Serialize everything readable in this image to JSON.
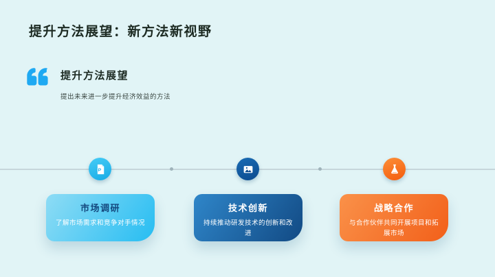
{
  "page": {
    "title": "提升方法展望：新方法新视野"
  },
  "quote": {
    "heading": "提升方法展望",
    "subtitle": "提出未来进一步提升经济效益的方法",
    "mark_icon": "quote-icon",
    "mark_color": "#1fa9f2"
  },
  "timeline": {
    "items": [
      {
        "icon": "document-icon",
        "circle_color": "#29bdf0",
        "title": "市场调研",
        "description": "了解市场需求和竞争对手情况",
        "title_color": "#14487e",
        "card_gradient": [
          "#8edcf5",
          "#27bdf2"
        ]
      },
      {
        "icon": "image-icon",
        "circle_color": "#0f5498",
        "title": "技术创新",
        "description": "持续推动研发技术的创新和改进",
        "title_color": "#ffffff",
        "card_gradient": [
          "#2f86c9",
          "#124a84"
        ]
      },
      {
        "icon": "flask-icon",
        "circle_color": "#f76c1a",
        "title": "战略合作",
        "description": "与合作伙伴共同开展项目和拓展市场",
        "title_color": "#ffffff",
        "card_gradient": [
          "#fa9149",
          "#f2601a"
        ]
      }
    ]
  },
  "colors": {
    "background": "#e1f4f6",
    "title_text": "#1c2a22",
    "accent_blue": "#1fa9f2",
    "timeline_line": "#c6d6db"
  }
}
